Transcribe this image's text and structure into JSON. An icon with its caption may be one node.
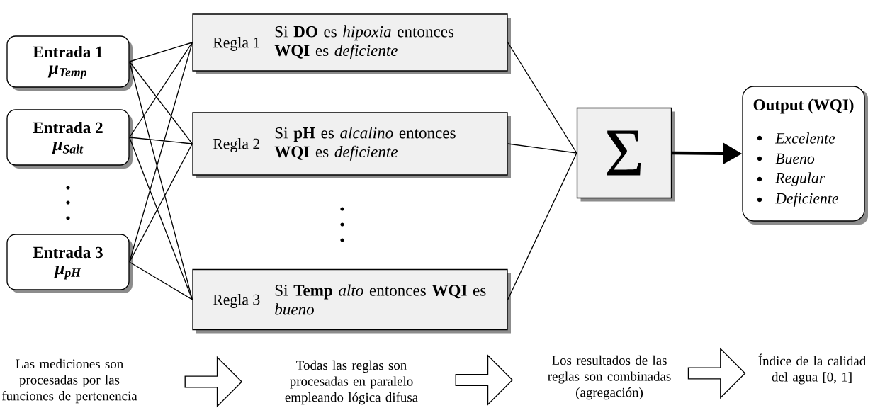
{
  "diagram": {
    "nodes": [
      {
        "text": [
          "Entrada 1",
          "μ$_{Temp}$"
        ]
      },
      {
        "text": [
          "Entrada 2",
          "μ$_{Salt}$"
        ]
      },
      {
        "text": [
          "Entrada 3",
          "μ$_{pH}$"
        ]
      },
      {
        "text": [
          "Regla 1",
          "Si **DO** es *hipoxia* entonces **WQI** es *deficiente*"
        ]
      },
      {
        "text": [
          "Regla 2",
          "Si **pH** es *alcalino* entonces **WQI** es *deficiente*"
        ]
      },
      {
        "text": [
          "Regla 3",
          "Si **Temp** *alto* entonces **WQI** es *bueno*"
        ]
      },
      {
        "text": [
          "Σ"
        ]
      },
      {
        "text": [
          "Output (WQI)",
          "Excelente",
          "Bueno",
          "Regular",
          "Deficiente"
        ]
      },
      {
        "text": [
          "Las mediciones son procesadas por las funciones de pertenencia"
        ]
      },
      {
        "text": [
          "Todas las reglas son procesadas en paralelo empleando lógica difusa"
        ]
      },
      {
        "text": [
          "Los resultados de las reglas son combinadas (agregación)"
        ]
      },
      {
        "text": [
          "Índice de la calidad del agua [0, 1]"
        ]
      }
    ],
    "edges": [
      {
        "from": 0,
        "to": 3,
        "arrow": "none"
      },
      {
        "from": 0,
        "to": 4,
        "arrow": "none"
      },
      {
        "from": 0,
        "to": 5,
        "arrow": "none"
      },
      {
        "from": 1,
        "to": 3,
        "arrow": "none"
      },
      {
        "from": 1,
        "to": 4,
        "arrow": "none"
      },
      {
        "from": 1,
        "to": 5,
        "arrow": "none"
      },
      {
        "from": 2,
        "to": 3,
        "arrow": "none"
      },
      {
        "from": 2,
        "to": 4,
        "arrow": "none"
      },
      {
        "from": 2,
        "to": 5,
        "arrow": "none"
      },
      {
        "from": 3,
        "to": 6,
        "arrow": "none"
      },
      {
        "from": 4,
        "to": 6,
        "arrow": "none"
      },
      {
        "from": 5,
        "to": 6,
        "arrow": "none"
      },
      {
        "from": 6,
        "to": 7,
        "arrow": "to",
        "style": "thick"
      },
      {
        "from": 8,
        "to": 9,
        "arrow": "to"
      },
      {
        "from": 9,
        "to": 10,
        "arrow": "to"
      },
      {
        "from": 10,
        "to": 11,
        "arrow": "to"
      }
    ]
  }
}
